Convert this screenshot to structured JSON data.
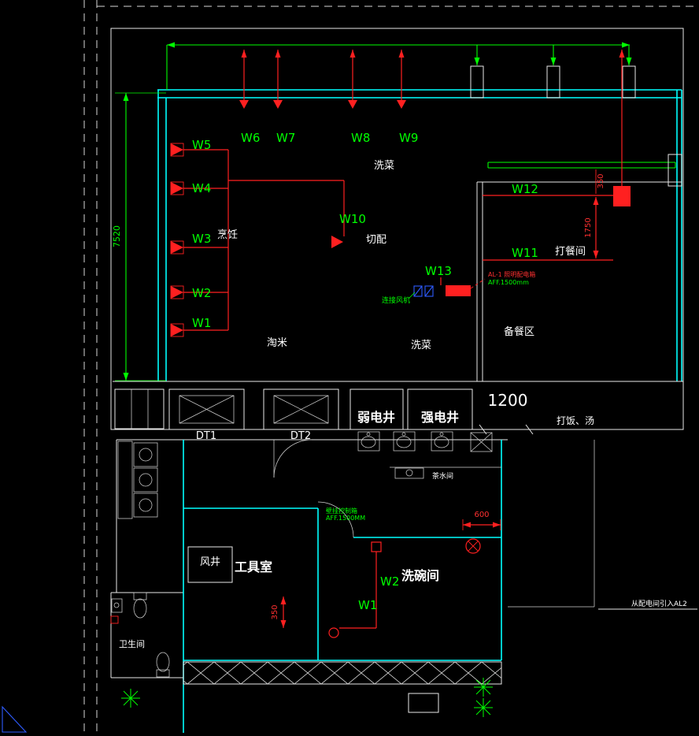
{
  "colors": {
    "background": "#000000",
    "wall_cyan": "#00ffff",
    "wiring_red": "#ff2020",
    "dimension_green": "#00ff00",
    "line_white": "#e9e9e9",
    "ucs_blue": "#2e5cff"
  },
  "upper": {
    "w1": "W1",
    "w2": "W2",
    "w3": "W3",
    "w4": "W4",
    "w5": "W5",
    "w6": "W6",
    "w7": "W7",
    "w8": "W8",
    "w9": "W9",
    "w10": "W10",
    "w11": "W11",
    "w12": "W12",
    "w13": "W13",
    "room_cooking": "烹饪",
    "room_washing_top": "洗菜",
    "room_cutting": "切配",
    "room_serving": "打餐间",
    "room_prep": "备餐区",
    "room_rice": "淘米",
    "room_washing_bottom": "洗菜",
    "shaft_weak": "弱电井",
    "shaft_strong": "强电井",
    "serving_counter": "打饭、汤",
    "elev1": "DT1",
    "elev2": "DT2",
    "dim_height": "7520",
    "dim_1750": "1750",
    "dim_350": "350",
    "dim_1200": "1200",
    "note_al1": "AL-1 照明配电箱",
    "note_aff": "AFF.1500mm",
    "note_fan": "连接风机"
  },
  "lower": {
    "w1": "W1",
    "w2": "W2",
    "room_tea": "茶水间",
    "room_airshaft": "风井",
    "room_tools": "工具室",
    "room_dishwash": "洗碗间",
    "room_toilet": "卫生间",
    "dim_600": "600",
    "dim_350": "350",
    "note_box": "壁挂控制箱",
    "note_aff": "AFF.1500MM",
    "note_feed": "从配电间引入AL2"
  }
}
